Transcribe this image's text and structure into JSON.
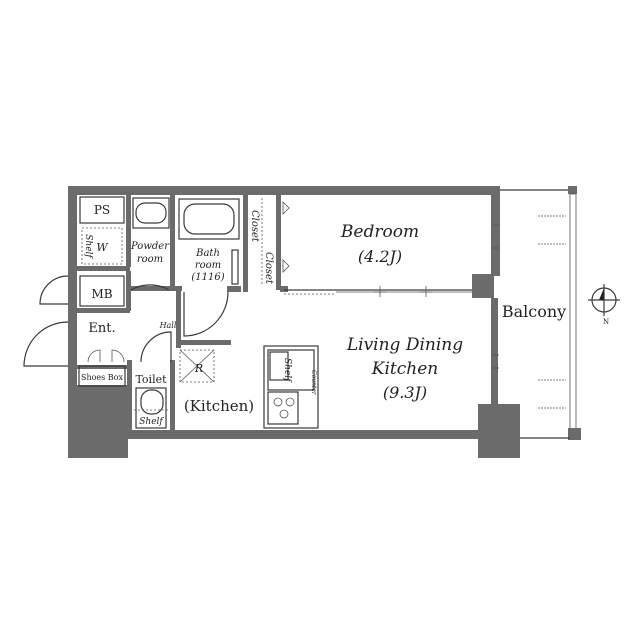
{
  "rooms": {
    "ps": "PS",
    "shelf_w": "W",
    "shelf_w_sub": "Shelf",
    "powder_room_1": "Powder",
    "powder_room_2": "room",
    "bath_1": "Bath",
    "bath_2": "room",
    "bath_3": "(1116)",
    "closet_a": "Closet",
    "closet_b": "Closet",
    "bedroom": "Bedroom",
    "bedroom_size": "(4.2J)",
    "mb": "MB",
    "hall": "Hall",
    "entrance": "Ent.",
    "shoes_box": "Shoes Box",
    "toilet": "Toilet",
    "toilet_shelf": "Shelf",
    "fridge": "R",
    "kitchen": "(Kitchen)",
    "counter": "Counter",
    "kitchen_shelf": "Shelf",
    "ldk_1": "Living Dining",
    "ldk_2": "Kitchen",
    "ldk_size": "(9.3J)",
    "balcony": "Balcony",
    "north": "N"
  }
}
